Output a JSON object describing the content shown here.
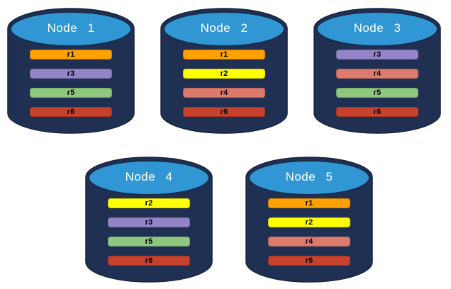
{
  "figure": {
    "background": "#FFFFFF",
    "cylinder_body_color": "#1F3052",
    "cylinder_body_stroke": "#15233E",
    "cylinder_top_color": "#3097D4",
    "cylinder_top_stroke": "#1B2C4D",
    "node_label_color": "#FFFFFF",
    "replica_label_color": "#000000"
  },
  "nodes": [
    {
      "label": "Node 1",
      "replicas": [
        {
          "id": "r1",
          "color": "#FEA100"
        },
        {
          "id": "r3",
          "color": "#9384C8"
        },
        {
          "id": "r5",
          "color": "#90C77E"
        },
        {
          "id": "r6",
          "color": "#C6422D"
        }
      ]
    },
    {
      "label": "Node 2",
      "replicas": [
        {
          "id": "r1",
          "color": "#FEA100"
        },
        {
          "id": "r2",
          "color": "#FFFF00"
        },
        {
          "id": "r4",
          "color": "#DD7A6C"
        },
        {
          "id": "r6",
          "color": "#C6422D"
        }
      ]
    },
    {
      "label": "Node 3",
      "replicas": [
        {
          "id": "r3",
          "color": "#9384C8"
        },
        {
          "id": "r4",
          "color": "#DD7A6C"
        },
        {
          "id": "r5",
          "color": "#90C77E"
        },
        {
          "id": "r6",
          "color": "#C6422D"
        }
      ]
    },
    {
      "label": "Node 4",
      "replicas": [
        {
          "id": "r2",
          "color": "#FFFF00"
        },
        {
          "id": "r3",
          "color": "#9384C8"
        },
        {
          "id": "r5",
          "color": "#90C77E"
        },
        {
          "id": "r6",
          "color": "#C6422D"
        }
      ]
    },
    {
      "label": "Node 5",
      "replicas": [
        {
          "id": "r1",
          "color": "#FEA100"
        },
        {
          "id": "r2",
          "color": "#FFFF00"
        },
        {
          "id": "r4",
          "color": "#DD7A6C"
        },
        {
          "id": "r6",
          "color": "#C6422D"
        }
      ]
    }
  ]
}
